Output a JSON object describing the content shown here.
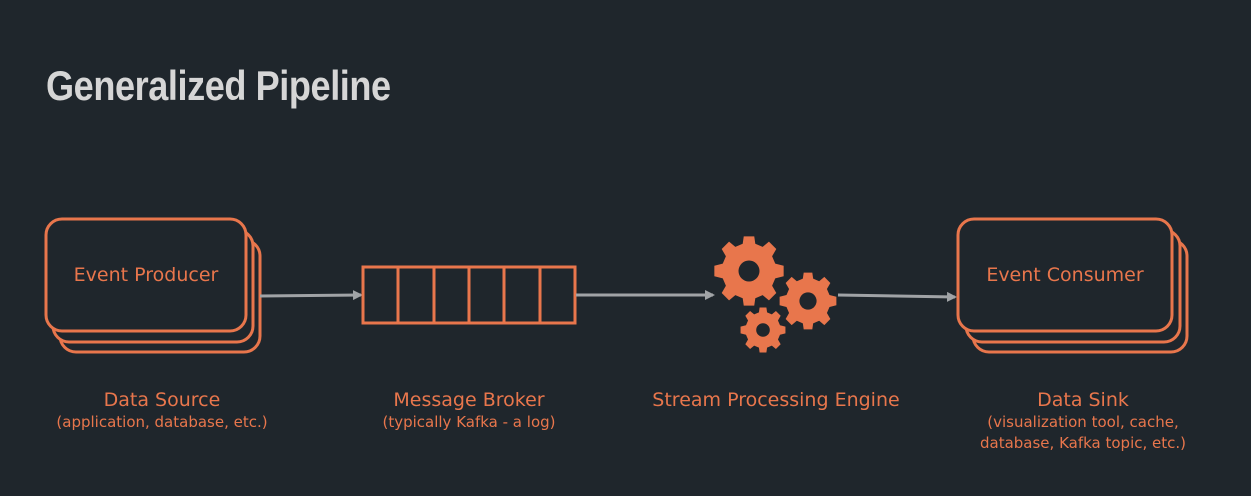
{
  "title": "Generalized Pipeline",
  "colors": {
    "background": "#1f262c",
    "accent": "#e8764c",
    "arrow": "#a0a3a6",
    "title": "#d6d6d6"
  },
  "nodes": {
    "producer": {
      "box_label": "Event Producer",
      "name": "Data Source",
      "description": "(application, database, etc.)"
    },
    "broker": {
      "name": "Message Broker",
      "description": "(typically Kafka - a log)"
    },
    "engine": {
      "name": "Stream Processing Engine",
      "icon": "gears-icon"
    },
    "consumer": {
      "box_label": "Event Consumer",
      "name": "Data Sink",
      "description_line1": "(visualization tool, cache,",
      "description_line2": "database, Kafka topic, etc.)"
    }
  }
}
